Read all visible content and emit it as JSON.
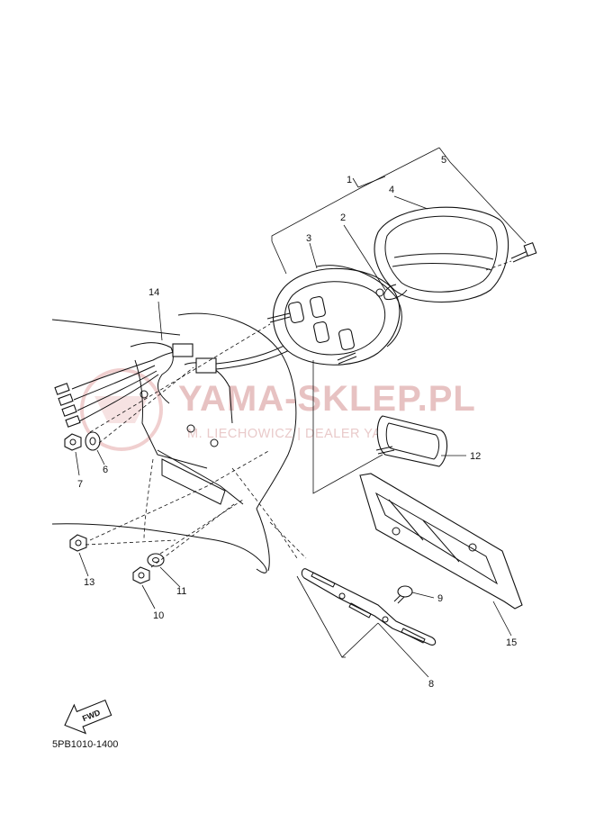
{
  "watermark": {
    "main": "YAMA-SKLEP.PL",
    "sub": "M. LIECHOWICZ | DEALER YAMAHA"
  },
  "callouts": [
    {
      "id": "1",
      "label": "1"
    },
    {
      "id": "2",
      "label": "2"
    },
    {
      "id": "3",
      "label": "3"
    },
    {
      "id": "4",
      "label": "4"
    },
    {
      "id": "5",
      "label": "5"
    },
    {
      "id": "6",
      "label": "6"
    },
    {
      "id": "7",
      "label": "7"
    },
    {
      "id": "8",
      "label": "8"
    },
    {
      "id": "9",
      "label": "9"
    },
    {
      "id": "10",
      "label": "10"
    },
    {
      "id": "11",
      "label": "11"
    },
    {
      "id": "12",
      "label": "12"
    },
    {
      "id": "13",
      "label": "13"
    },
    {
      "id": "14",
      "label": "14"
    },
    {
      "id": "15",
      "label": "15"
    }
  ],
  "fwd_arrow": {
    "label": "FWD"
  },
  "diagram_code": "5PB1010-1400",
  "colors": {
    "line": "#111111",
    "watermark": "#e7c2c2",
    "background": "#ffffff"
  }
}
